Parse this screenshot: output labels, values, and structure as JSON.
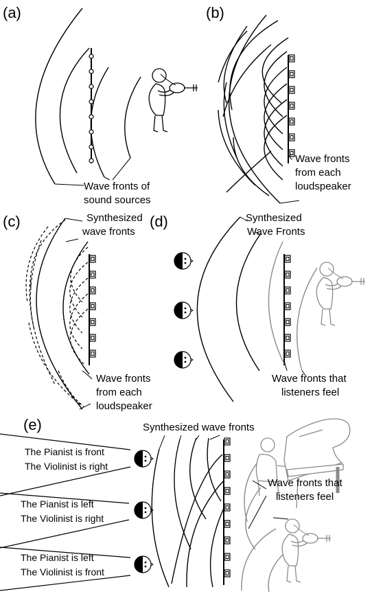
{
  "panels": {
    "a": {
      "label": "(a)",
      "caption_line1": "Wave fronts of",
      "caption_line2": "sound sources"
    },
    "b": {
      "label": "(b)",
      "caption_line1": "Wave fronts",
      "caption_line2": "from each",
      "caption_line3": "loudspeaker"
    },
    "c": {
      "label": "(c)",
      "top_line1": "Synthesized",
      "top_line2": "wave fronts",
      "bottom_line1": "Wave fronts",
      "bottom_line2": "from each",
      "bottom_line3": "loudspeaker"
    },
    "d": {
      "label": "(d)",
      "top_line1": "Synthesized",
      "top_line2": "Wave Fronts",
      "bottom_line1": "Wave fronts that",
      "bottom_line2": "listeners feel"
    },
    "e": {
      "label": "(e)",
      "top": "Synthesized wave fronts",
      "right_line1": "Wave fronts that",
      "right_line2": "listeners feel",
      "listeners": [
        {
          "line1": "The Pianist is front",
          "line2": "The Violinist is right"
        },
        {
          "line1": "The Pianist is left",
          "line2": "The Violinist is right"
        },
        {
          "line1": "The Pianist is left",
          "line2": "The Violinist is front"
        }
      ]
    }
  }
}
